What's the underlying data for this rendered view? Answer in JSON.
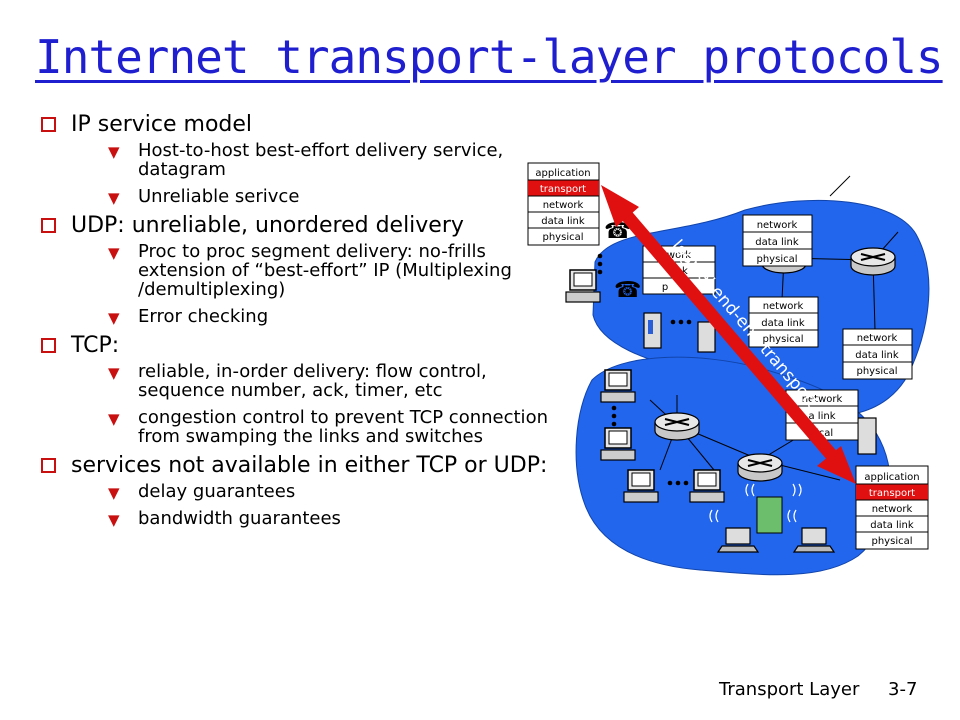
{
  "title": "Internet transport-layer protocols",
  "bullets": [
    {
      "text": "IP service model",
      "sub": [
        "Host-to-host best-effort delivery service, datagram",
        "Unreliable serivce"
      ]
    },
    {
      "text": "UDP: unreliable, unordered delivery",
      "sub": [
        "Proc to proc segment delivery: no-frills extension of “best-effort” IP (Multiplexing /demultiplexing)",
        "Error checking"
      ]
    },
    {
      "text": "TCP:",
      "sub": [
        "reliable, in-order delivery: flow control, sequence number, ack, timer, etc",
        "congestion control to prevent TCP connection from swamping the links and switches"
      ]
    },
    {
      "text": "services not available in either TCP or UDP:",
      "sub": [
        "delay guarantees",
        "bandwidth guarantees"
      ]
    }
  ],
  "diagram": {
    "arrow_label": "logical end-end transport",
    "full_stack": [
      "application",
      "transport",
      "network",
      "data link",
      "physical"
    ],
    "router_stack": [
      "network",
      "data link",
      "physical"
    ],
    "occluded_router_stack_a": [
      "work",
      "link",
      "p"
    ],
    "occluded_router_stack_b": [
      "network",
      "a link",
      "sical"
    ]
  },
  "footer": {
    "label": "Transport Layer",
    "page": "3-7"
  },
  "colors": {
    "title": "#1f1fd0",
    "bullet": "#c81010",
    "network_cloud": "#2266ee",
    "arrow": "#e01010",
    "transport_highlight": "#e01010"
  }
}
